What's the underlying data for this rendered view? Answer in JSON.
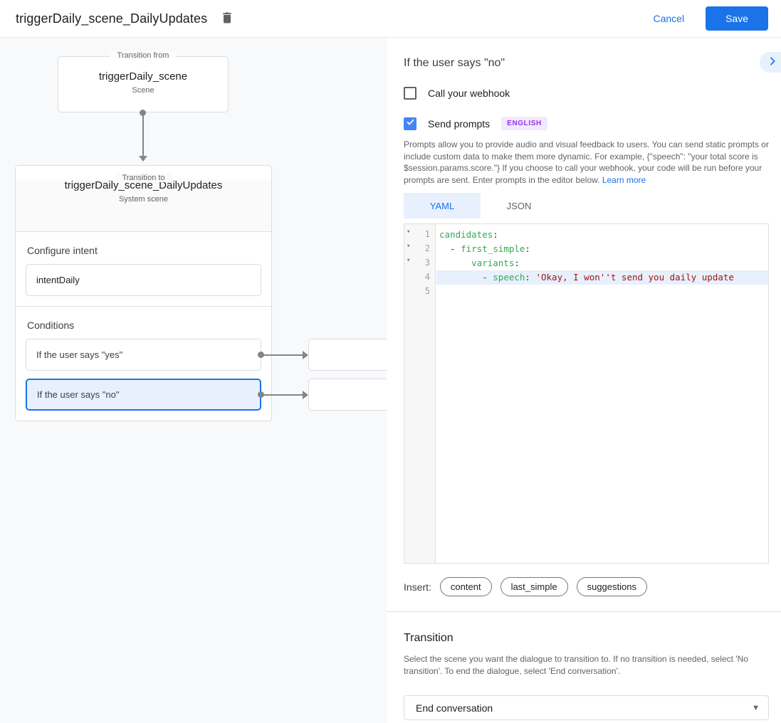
{
  "app_bar": {
    "title": "triggerDaily_scene_DailyUpdates",
    "cancel_label": "Cancel",
    "save_label": "Save"
  },
  "canvas": {
    "from_box": {
      "legend": "Transition from",
      "title": "triggerDaily_scene",
      "subtitle": "Scene"
    },
    "to_card": {
      "legend": "Transition to",
      "title": "triggerDaily_scene_DailyUpdates",
      "subtitle": "System scene",
      "intent_label": "Configure intent",
      "intent_value": "intentDaily",
      "conditions_label": "Conditions",
      "conditions": [
        {
          "label": "If the user says \"yes\"",
          "selected": false
        },
        {
          "label": "If the user says \"no\"",
          "selected": true
        }
      ]
    }
  },
  "panel": {
    "title": "If the user says \"no\"",
    "webhook": {
      "label": "Call your webhook",
      "checked": false
    },
    "send_prompts": {
      "label": "Send prompts",
      "checked": true,
      "badge": "ENGLISH"
    },
    "description": "Prompts allow you to provide audio and visual feedback to users. You can send static prompts or include custom data to make them more dynamic. For example, {\"speech\": \"your total score is $session.params.score.\"} If you choose to call your webhook, your code will be run before your prompts are sent. Enter prompts in the editor below. ",
    "learn_more": "Learn more",
    "tabs": [
      {
        "label": "YAML",
        "active": true
      },
      {
        "label": "JSON",
        "active": false
      }
    ],
    "editor": {
      "lines": [
        {
          "num": 1,
          "fold": true,
          "hl": false,
          "tokens": [
            [
              "key",
              "candidates"
            ],
            [
              "plain",
              ":"
            ]
          ]
        },
        {
          "num": 2,
          "fold": true,
          "hl": false,
          "tokens": [
            [
              "plain",
              "  - "
            ],
            [
              "key",
              "first_simple"
            ],
            [
              "plain",
              ":"
            ]
          ]
        },
        {
          "num": 3,
          "fold": true,
          "hl": false,
          "tokens": [
            [
              "plain",
              "      "
            ],
            [
              "key",
              "variants"
            ],
            [
              "plain",
              ":"
            ]
          ]
        },
        {
          "num": 4,
          "fold": false,
          "hl": true,
          "tokens": [
            [
              "plain",
              "        - "
            ],
            [
              "key",
              "speech"
            ],
            [
              "plain",
              ": "
            ],
            [
              "string",
              "'Okay, I won''t send you daily update"
            ]
          ]
        },
        {
          "num": 5,
          "fold": false,
          "hl": false,
          "tokens": []
        }
      ]
    },
    "insert_label": "Insert:",
    "insert_chips": [
      "content",
      "last_simple",
      "suggestions"
    ],
    "transition": {
      "heading": "Transition",
      "description": "Select the scene you want the dialogue to transition to. If no transition is needed, select 'No transition'. To end the dialogue, select 'End conversation'.",
      "selected_value": "End conversation"
    }
  },
  "colors": {
    "accent_blue": "#1a73e8",
    "checkbox_blue": "#4285f4",
    "selected_bg": "#e8f0fe",
    "badge_bg": "#f3e8fd",
    "badge_text": "#9334e6",
    "code_key_green": "#34a853",
    "code_string_red": "#a31412",
    "connector_gray": "#80868b"
  }
}
